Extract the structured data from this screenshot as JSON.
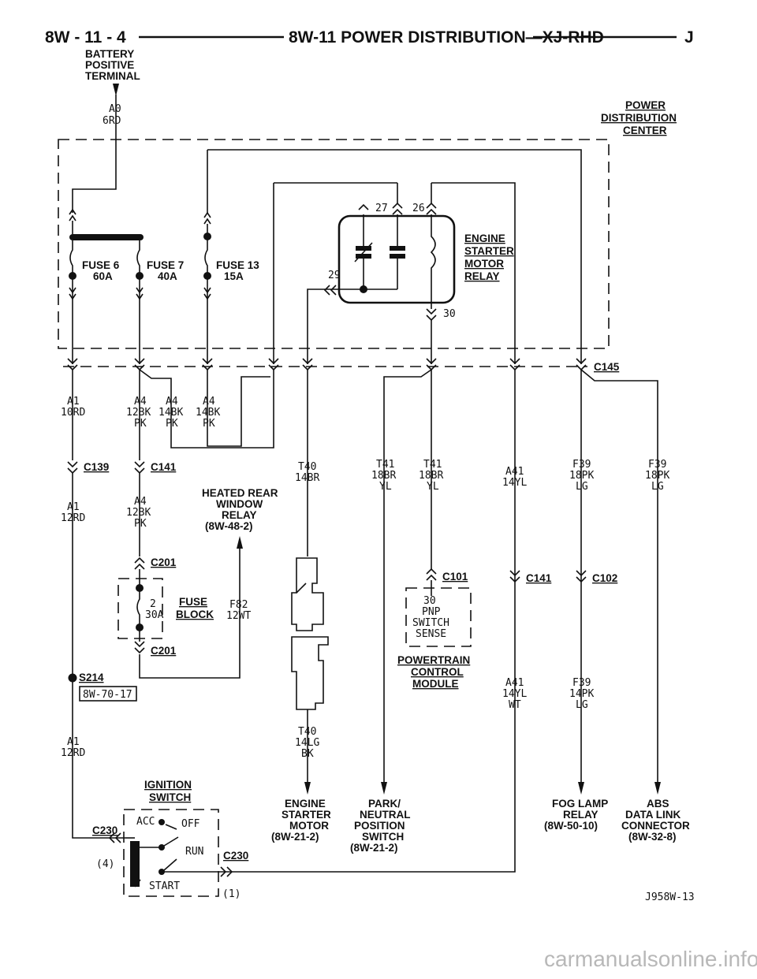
{
  "header": {
    "page_num": "8W - 11 - 4",
    "title": "8W-11 POWER DISTRIBUTION—XJ-RHD",
    "code": "J"
  },
  "battery": {
    "l1": "BATTERY",
    "l2": "POSITIVE",
    "l3": "TERMINAL"
  },
  "wire_a0": {
    "l1": "A0",
    "l2": "6RD"
  },
  "pdc": {
    "l1": "POWER",
    "l2": "DISTRIBUTION",
    "l3": "CENTER"
  },
  "relay_pins": {
    "p27": "27",
    "p26": "26",
    "p29": "29",
    "p30": "30"
  },
  "relay": {
    "l1": "ENGINE",
    "l2": "STARTER",
    "l3": "MOTOR",
    "l4": "RELAY"
  },
  "fuses": {
    "f6": {
      "l1": "FUSE 6",
      "l2": "60A"
    },
    "f7": {
      "l1": "FUSE 7",
      "l2": "40A"
    },
    "f13": {
      "l1": "FUSE 13",
      "l2": "15A"
    }
  },
  "connectors": {
    "c145": "C145",
    "c139": "C139",
    "c141a": "C141",
    "c141b": "C141",
    "c201a": "C201",
    "c201b": "C201",
    "c101": "C101",
    "c102": "C102",
    "s214": "S214",
    "c230a": "C230",
    "c230b": "C230"
  },
  "wires": {
    "a1_top": {
      "l1": "A1",
      "l2": "10RD"
    },
    "a4_1": {
      "l1": "A4",
      "l2": "12BK",
      "l3": "PK"
    },
    "a4_2": {
      "l1": "A4",
      "l2": "14BK",
      "l3": "PK"
    },
    "a4_3": {
      "l1": "A4",
      "l2": "14BK",
      "l3": "PK"
    },
    "t40_top": {
      "l1": "T40",
      "l2": "14BR"
    },
    "t41_a": {
      "l1": "T41",
      "l2": "18BR",
      "l3": "YL"
    },
    "t41_b": {
      "l1": "T41",
      "l2": "18BR",
      "l3": "YL"
    },
    "a41_top": {
      "l1": "A41",
      "l2": "14YL"
    },
    "f39_a": {
      "l1": "F39",
      "l2": "18PK",
      "l3": "LG"
    },
    "f39_b": {
      "l1": "F39",
      "l2": "18PK",
      "l3": "LG"
    },
    "a1_mid": {
      "l1": "A1",
      "l2": "12RD"
    },
    "a4_low": {
      "l1": "A4",
      "l2": "12BK",
      "l3": "PK"
    },
    "f82": {
      "l1": "F82",
      "l2": "12WT"
    },
    "a41_low": {
      "l1": "A41",
      "l2": "14YL",
      "l3": "WT"
    },
    "f39_low": {
      "l1": "F39",
      "l2": "14PK",
      "l3": "LG"
    },
    "t40_low": {
      "l1": "T40",
      "l2": "14LG",
      "l3": "BK"
    },
    "a1_low": {
      "l1": "A1",
      "l2": "12RD"
    }
  },
  "hwr": {
    "l1": "HEATED REAR",
    "l2": "WINDOW",
    "l3": "RELAY",
    "l4": "(8W-48-2)"
  },
  "fuse_block": {
    "num": "2",
    "amp": "30A",
    "l1": "FUSE",
    "l2": "BLOCK"
  },
  "ref_box": "8W-70-17",
  "pnp": {
    "pin": "30",
    "l1": "PNP",
    "l2": "SWITCH",
    "l3": "SENSE"
  },
  "pcm": {
    "l1": "POWERTRAIN",
    "l2": "CONTROL",
    "l3": "MODULE"
  },
  "ignition": {
    "title1": "IGNITION",
    "title2": "SWITCH",
    "acc": "ACC",
    "off": "OFF",
    "run": "RUN",
    "start": "START",
    "pin4": "(4)",
    "pin1": "(1)"
  },
  "destinations": {
    "starter": {
      "l1": "ENGINE",
      "l2": "STARTER",
      "l3": "MOTOR",
      "l4": "(8W-21-2)"
    },
    "park": {
      "l1": "PARK/",
      "l2": "NEUTRAL",
      "l3": "POSITION",
      "l4": "SWITCH",
      "l5": "(8W-21-2)"
    },
    "fog": {
      "l1": "FOG LAMP",
      "l2": "RELAY",
      "l3": "(8W-50-10)"
    },
    "abs": {
      "l1": "ABS",
      "l2": "DATA LINK",
      "l3": "CONNECTOR",
      "l4": "(8W-32-8)"
    }
  },
  "fig_id": "J958W-13",
  "watermark": "carmanualsonline.info"
}
